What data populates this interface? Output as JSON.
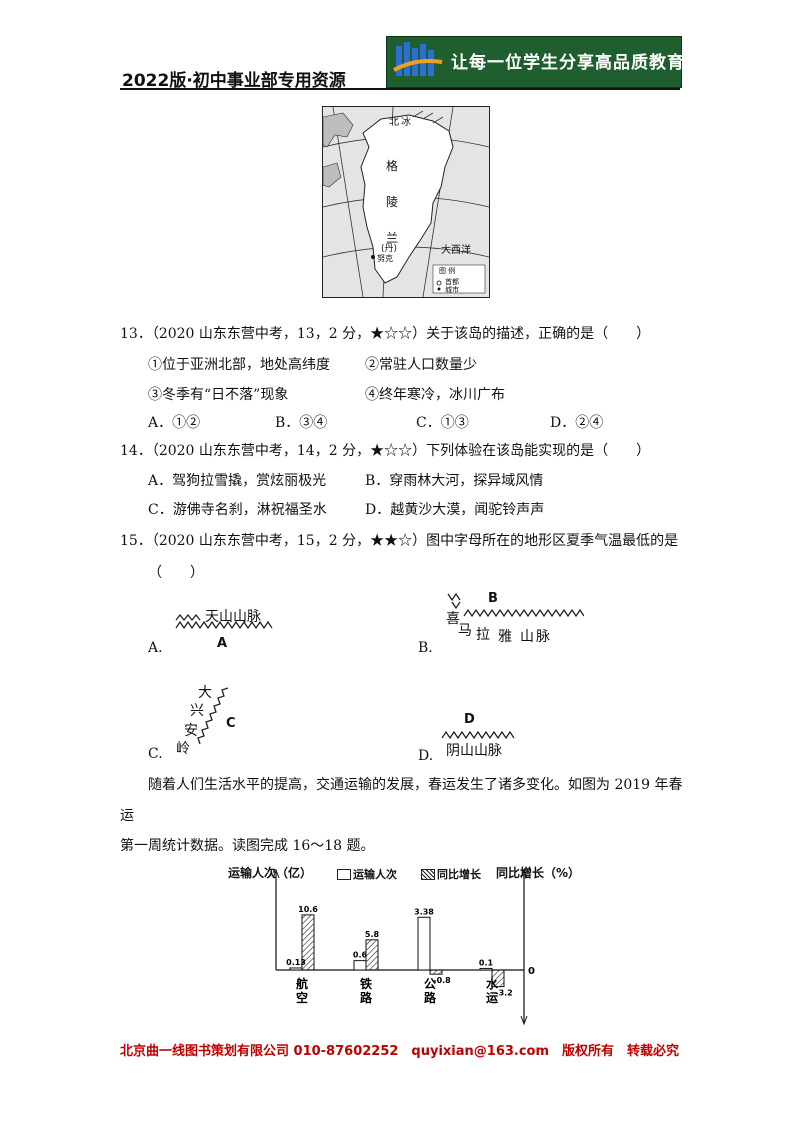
{
  "header": {
    "title": "2022版·初中事业部专用资源",
    "banner_text": "让每一位学生分享高品质教育"
  },
  "map": {
    "north_label": "北",
    "sea_label": "冰",
    "island_chars": [
      "格",
      "陵",
      "兰"
    ],
    "country_note": "(丹)",
    "city_label": "努克",
    "ocean_label": "大西洋",
    "legend_title": "图 例",
    "legend_capital": "首都",
    "legend_city": "城市"
  },
  "q13": {
    "stem": "13．（2020 山东东营中考，13，2 分，★☆☆）关于该岛的描述，正确的是（　　）",
    "s1": "①位于亚洲北部，地处高纬度",
    "s2": "②常驻人口数量少",
    "s3": "③冬季有“日不落”现象",
    "s4": "④终年寒冷，冰川广布",
    "a": "A．①②",
    "b": "B．③④",
    "c": "C．①③",
    "d": "D．②④"
  },
  "q14": {
    "stem": "14．（2020 山东东营中考，14，2 分，★☆☆）下列体验在该岛能实现的是（　　）",
    "a": "A．驾狗拉雪撬，赏炫丽极光",
    "b": "B．穿雨林大河，探异域风情",
    "c": "C．游佛寺名刹，淋祝福圣水",
    "d": "D．越黄沙大漠，闻驼铃声声"
  },
  "q15": {
    "stem": "15．（2020 山东东营中考，15，2 分，★★☆）图中字母所在的地形区夏季气温最低的是",
    "paren": "（　　）",
    "a_opt": "A.",
    "b_opt": "B.",
    "c_opt": "C.",
    "d_opt": "D.",
    "a_label": "天山山脉",
    "a_letter": "A",
    "b_letter": "B",
    "b_chars": [
      "喜",
      "马",
      "拉",
      "雅",
      "山",
      "脉"
    ],
    "c_chars": [
      "大",
      "兴",
      "安",
      "岭"
    ],
    "c_letter": "C",
    "d_letter": "D",
    "d_label": "阴山山脉"
  },
  "passage": {
    "line1": "随着人们生活水平的提高，交通运输的发展，春运发生了诸多变化。如图为 2019 年春",
    "line2": "运",
    "line3": "第一周统计数据。读图完成 16～18 题。"
  },
  "chart_data": {
    "type": "bar",
    "ylabel_left": "运输人次（亿）",
    "ylabel_right": "同比增长（%）",
    "legend": [
      "运输人次",
      "同比增长"
    ],
    "categories": [
      "航空",
      "铁路",
      "公路",
      "水运"
    ],
    "series": [
      {
        "name": "运输人次",
        "values": [
          0.13,
          0.6,
          3.38,
          0.1
        ]
      },
      {
        "name": "同比增长",
        "values": [
          10.6,
          5.8,
          -0.8,
          -3.2
        ]
      }
    ],
    "zero_label": "0",
    "value_labels": {
      "passengers": [
        "0.13",
        "0.6",
        "3.38",
        "0.1"
      ],
      "growth": [
        "10.6",
        "5.8",
        "-0.8",
        "-3.2"
      ]
    }
  },
  "footer": {
    "text": "北京曲一线图书策划有限公司 010-87602252　quyixian@163.com　版权所有　转载必究"
  },
  "colors": {
    "banner_green": "#1f5e2e",
    "footer_red": "#c00000"
  }
}
